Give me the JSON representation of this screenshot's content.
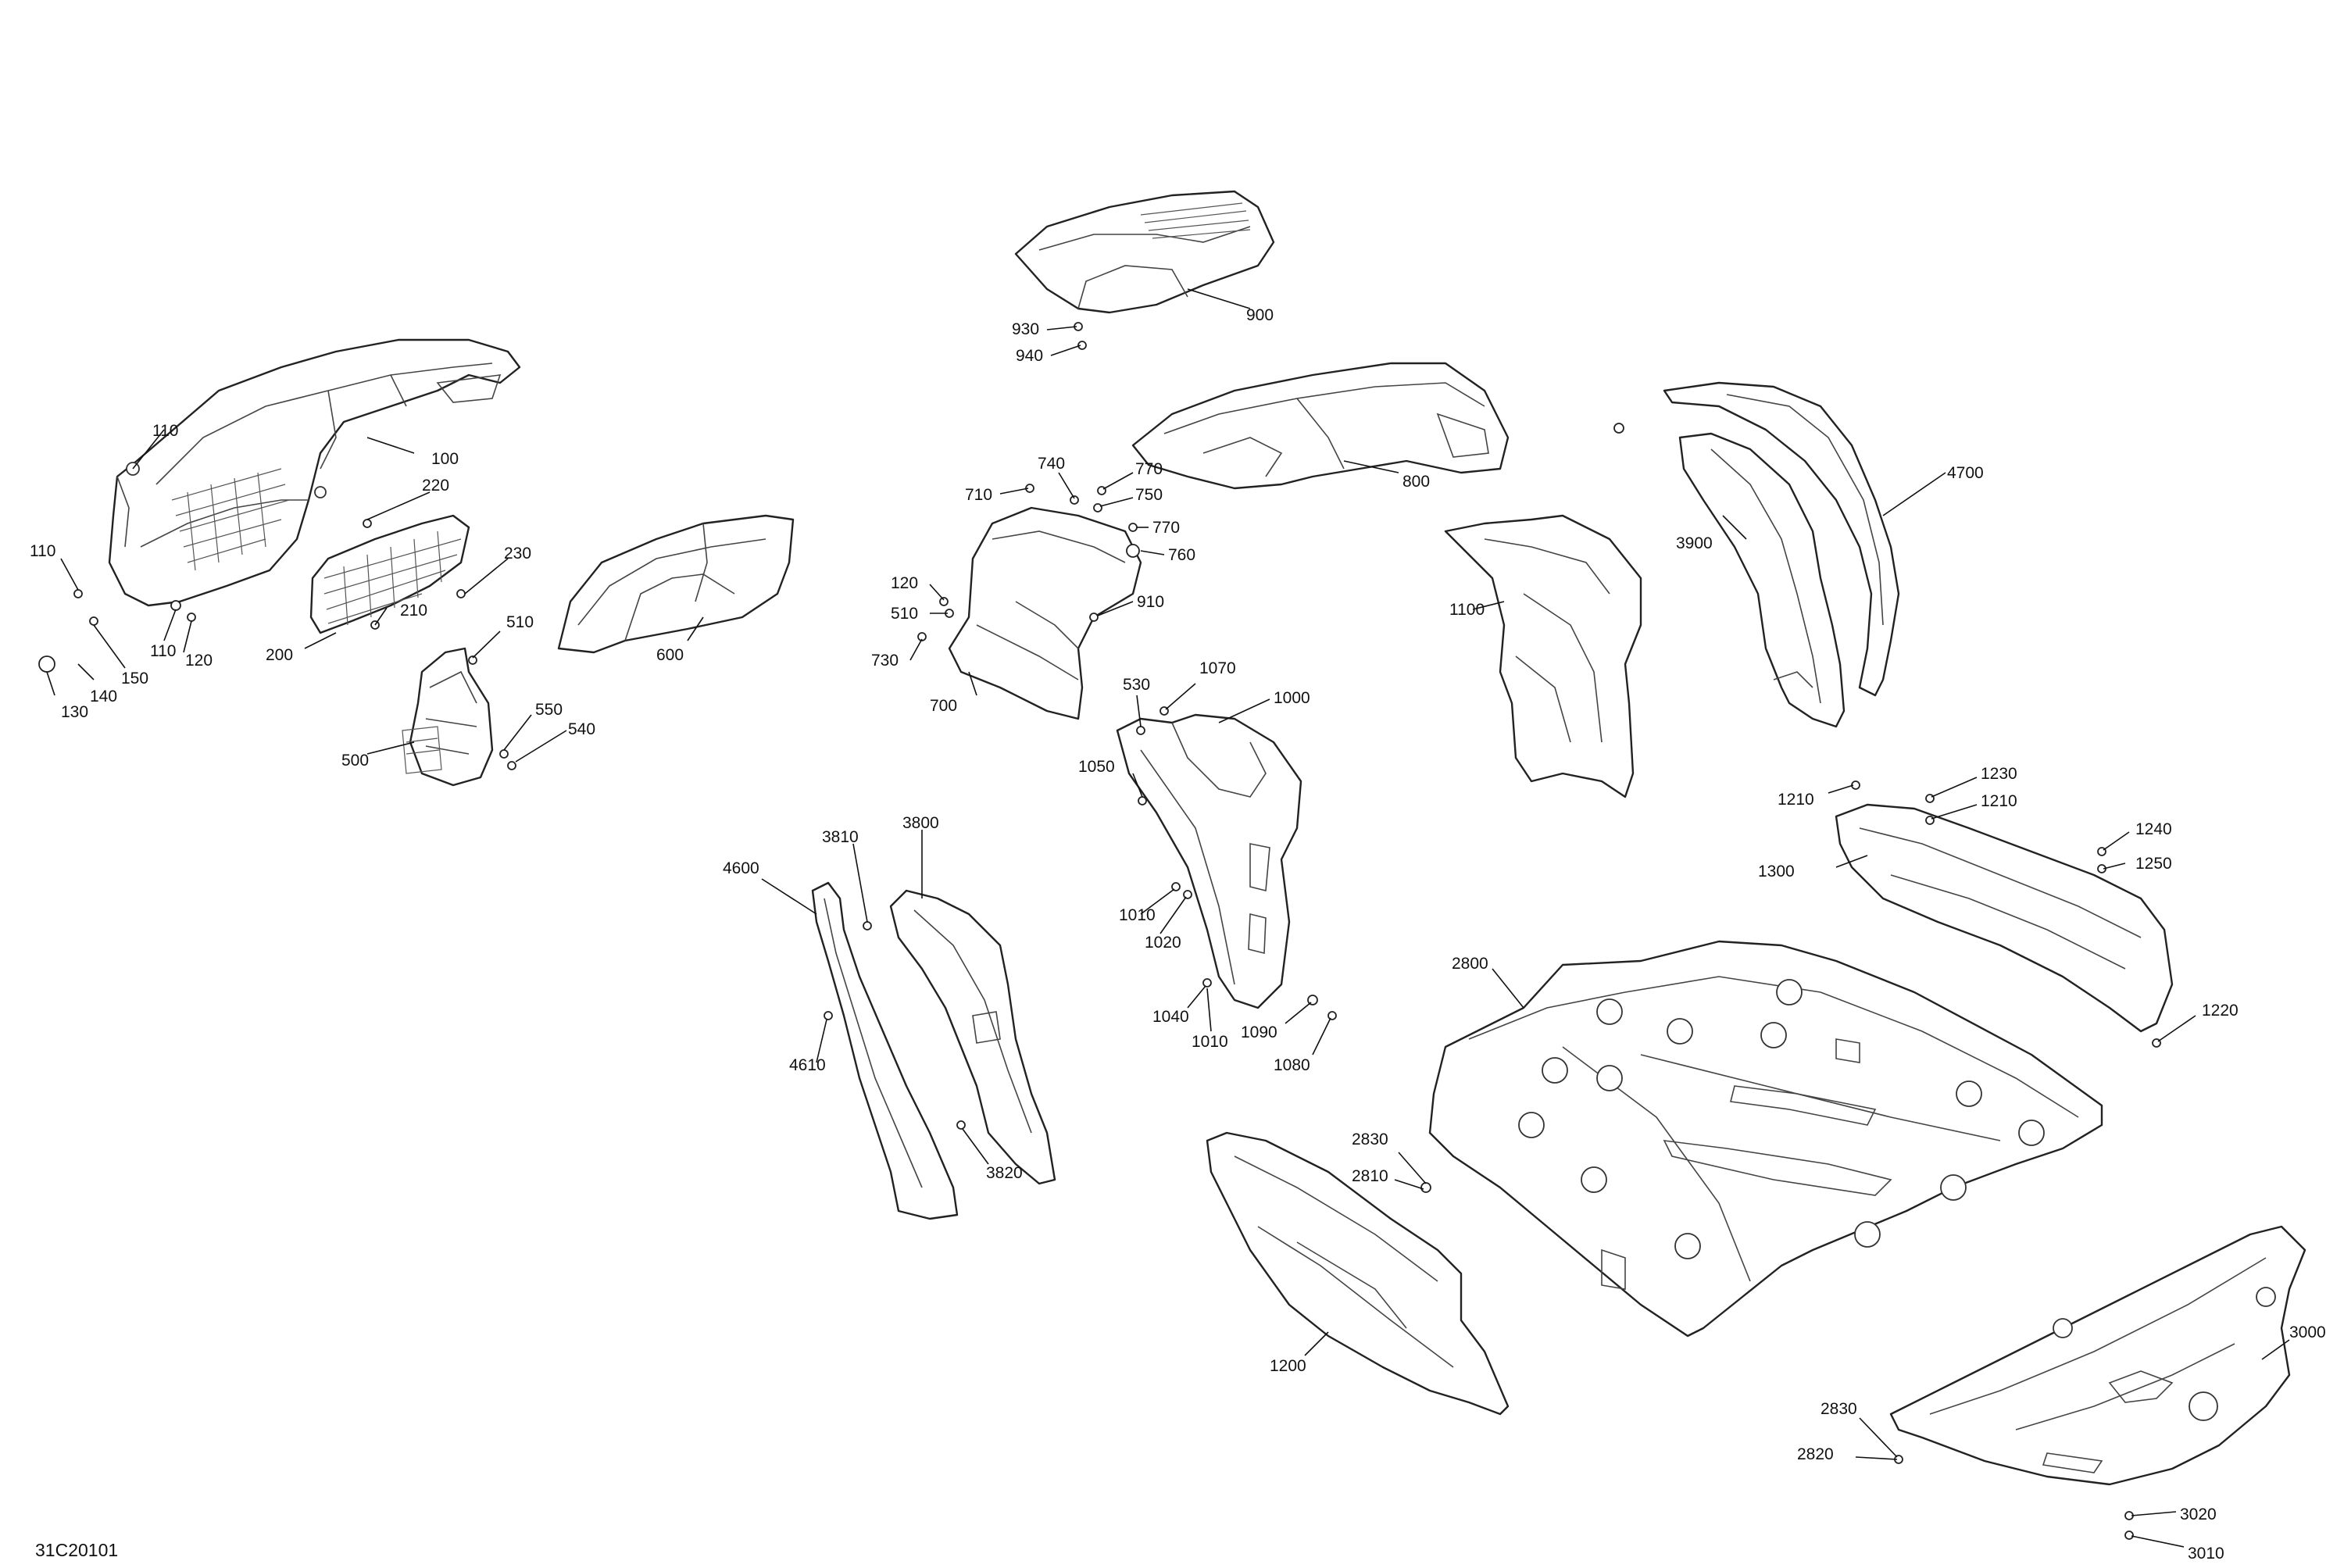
{
  "diagram_id": "31C20101",
  "callouts": [
    {
      "label": "100"
    },
    {
      "label": "110"
    },
    {
      "label": "110"
    },
    {
      "label": "110"
    },
    {
      "label": "120"
    },
    {
      "label": "130"
    },
    {
      "label": "140"
    },
    {
      "label": "150"
    },
    {
      "label": "200"
    },
    {
      "label": "210"
    },
    {
      "label": "220"
    },
    {
      "label": "230"
    },
    {
      "label": "500"
    },
    {
      "label": "510"
    },
    {
      "label": "550"
    },
    {
      "label": "540"
    },
    {
      "label": "600"
    },
    {
      "label": "930"
    },
    {
      "label": "940"
    },
    {
      "label": "900"
    },
    {
      "label": "800"
    },
    {
      "label": "740"
    },
    {
      "label": "710"
    },
    {
      "label": "770"
    },
    {
      "label": "750"
    },
    {
      "label": "770"
    },
    {
      "label": "760"
    },
    {
      "label": "120"
    },
    {
      "label": "510"
    },
    {
      "label": "910"
    },
    {
      "label": "730"
    },
    {
      "label": "700"
    },
    {
      "label": "530"
    },
    {
      "label": "1070"
    },
    {
      "label": "1000"
    },
    {
      "label": "1050"
    },
    {
      "label": "1010"
    },
    {
      "label": "1020"
    },
    {
      "label": "1040"
    },
    {
      "label": "1010"
    },
    {
      "label": "1090"
    },
    {
      "label": "1080"
    },
    {
      "label": "1100"
    },
    {
      "label": "3900"
    },
    {
      "label": "4700"
    },
    {
      "label": "3810"
    },
    {
      "label": "3800"
    },
    {
      "label": "4600"
    },
    {
      "label": "4610"
    },
    {
      "label": "3820"
    },
    {
      "label": "1210"
    },
    {
      "label": "1230"
    },
    {
      "label": "1210"
    },
    {
      "label": "1240"
    },
    {
      "label": "1300"
    },
    {
      "label": "1250"
    },
    {
      "label": "1220"
    },
    {
      "label": "2800"
    },
    {
      "label": "2830"
    },
    {
      "label": "2810"
    },
    {
      "label": "1200"
    },
    {
      "label": "3000"
    },
    {
      "label": "2830"
    },
    {
      "label": "2820"
    },
    {
      "label": "3020"
    },
    {
      "label": "3010"
    }
  ]
}
